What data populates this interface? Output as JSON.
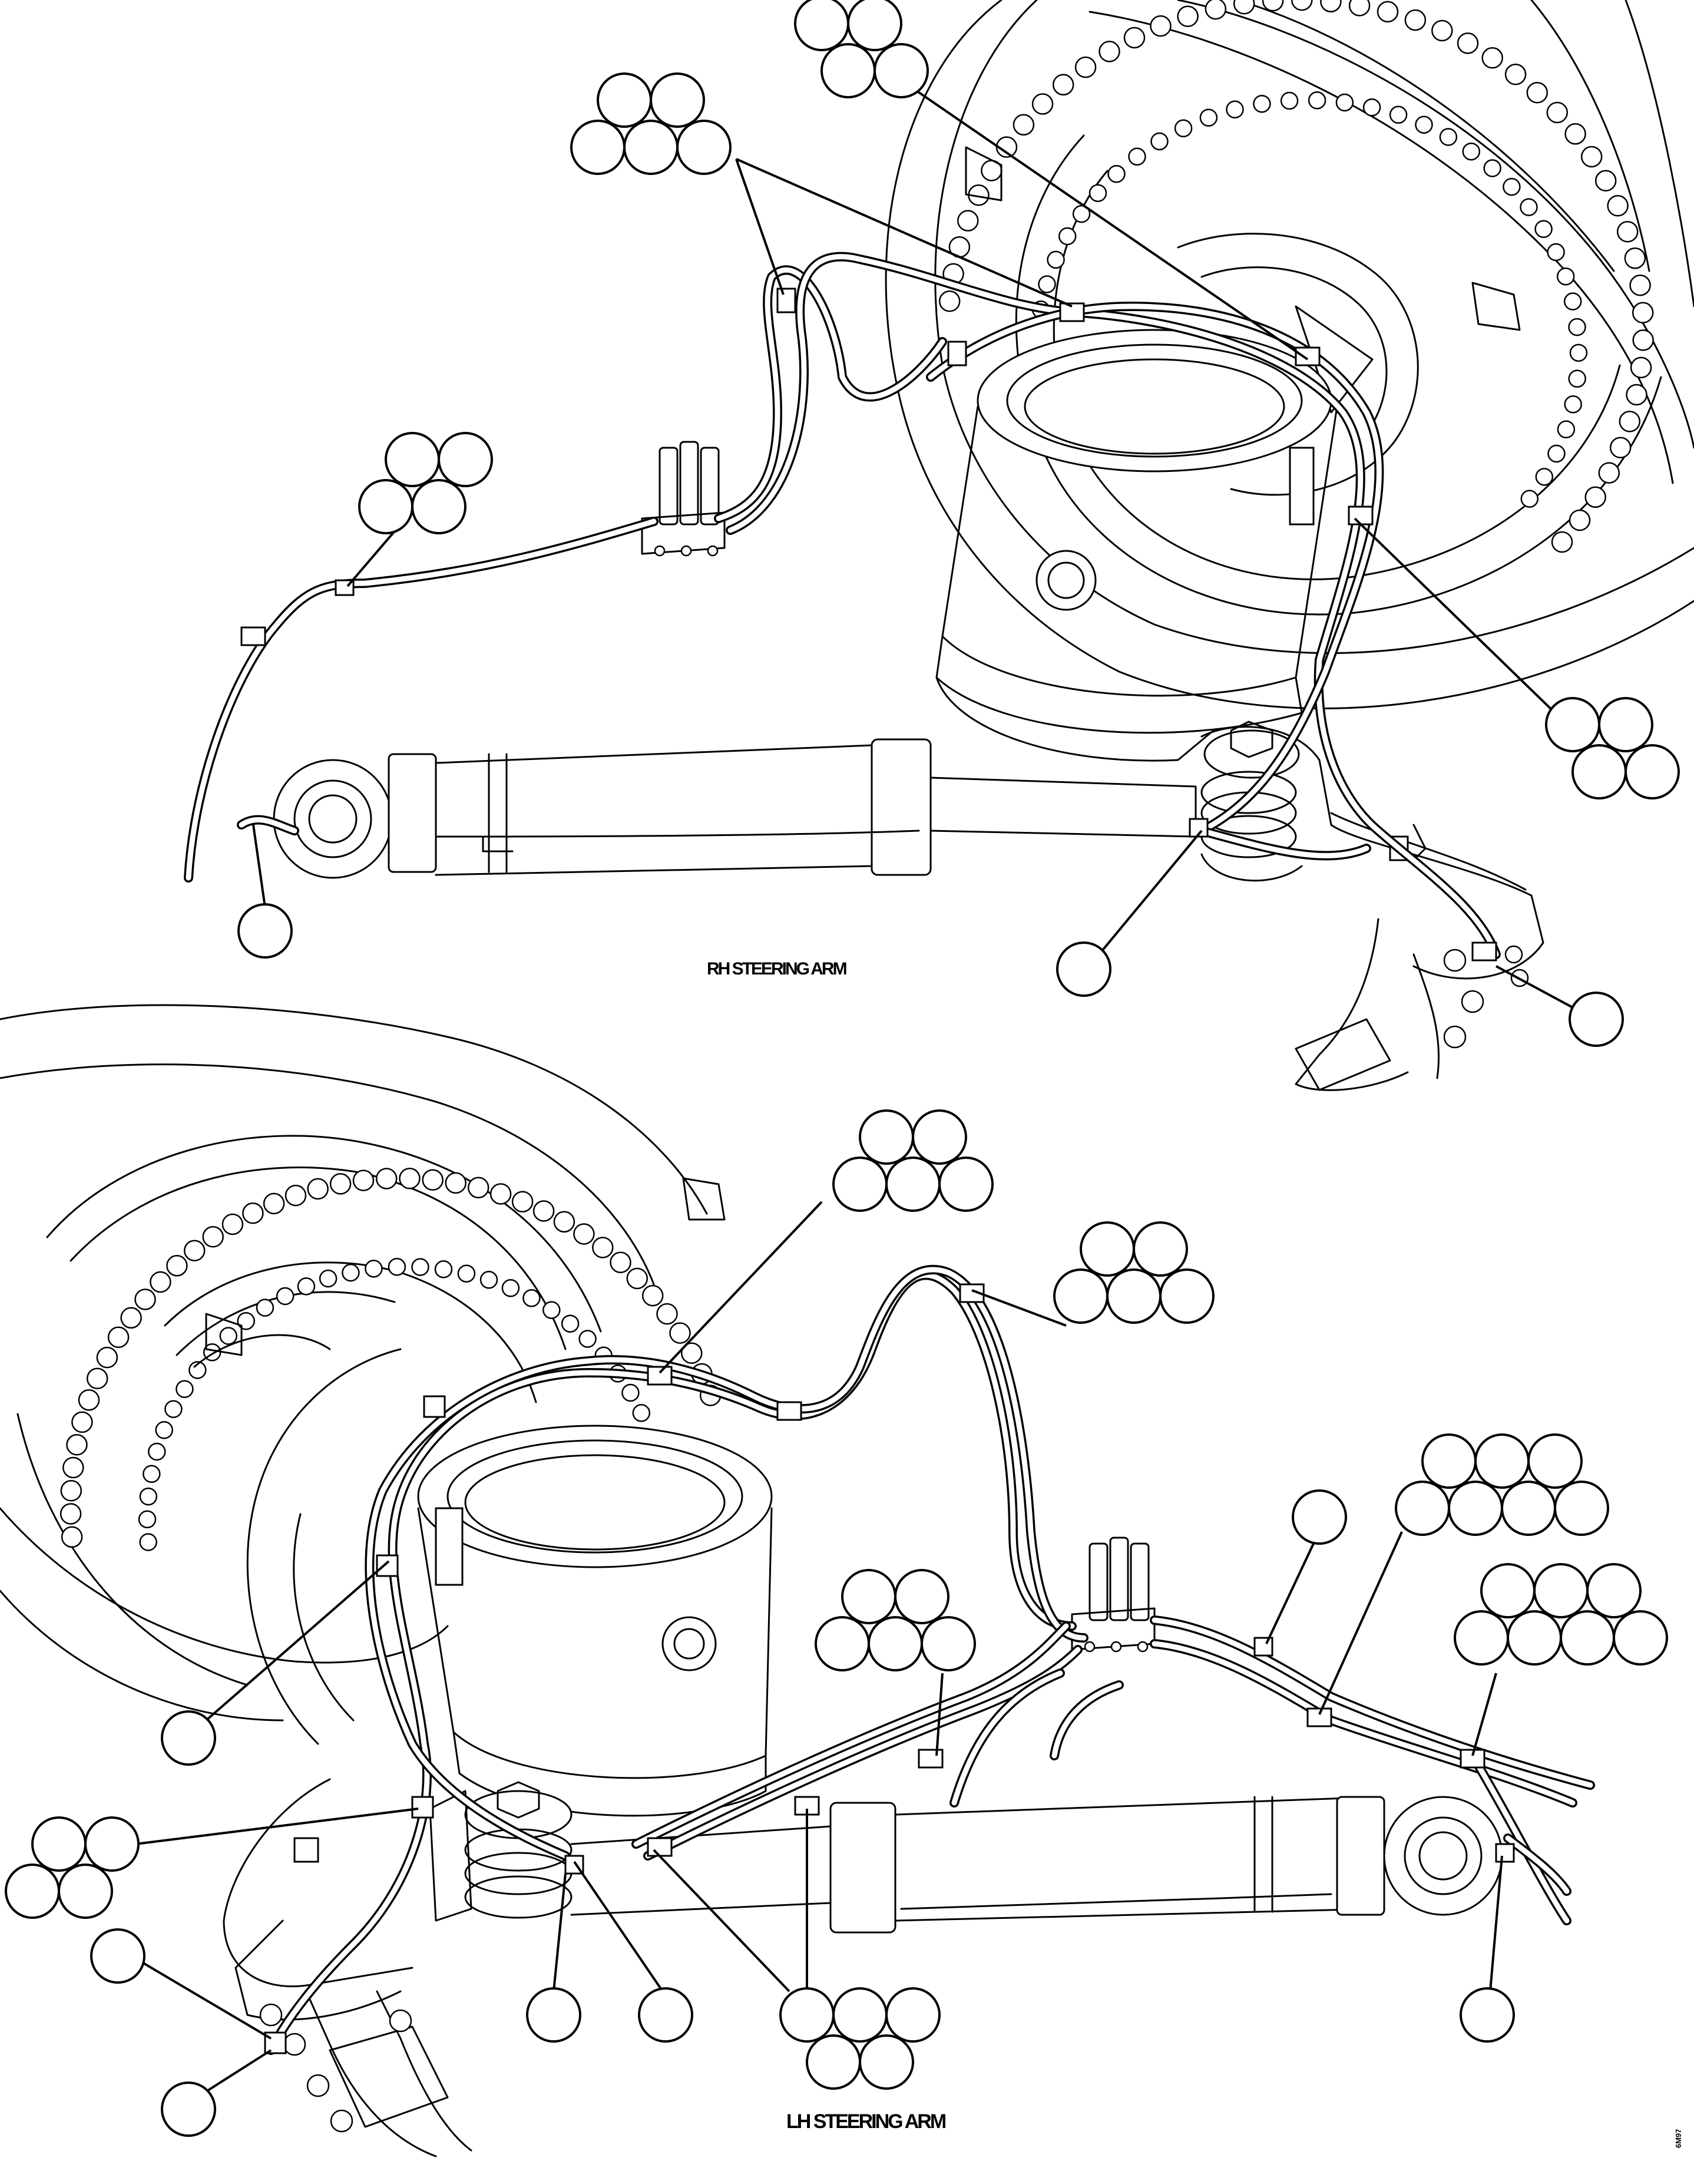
{
  "views": [
    {
      "id": "rh",
      "caption": "RH STEERING ARM"
    },
    {
      "id": "lh",
      "caption": "LH STEERING ARM"
    }
  ],
  "figure_id": "6M97"
}
